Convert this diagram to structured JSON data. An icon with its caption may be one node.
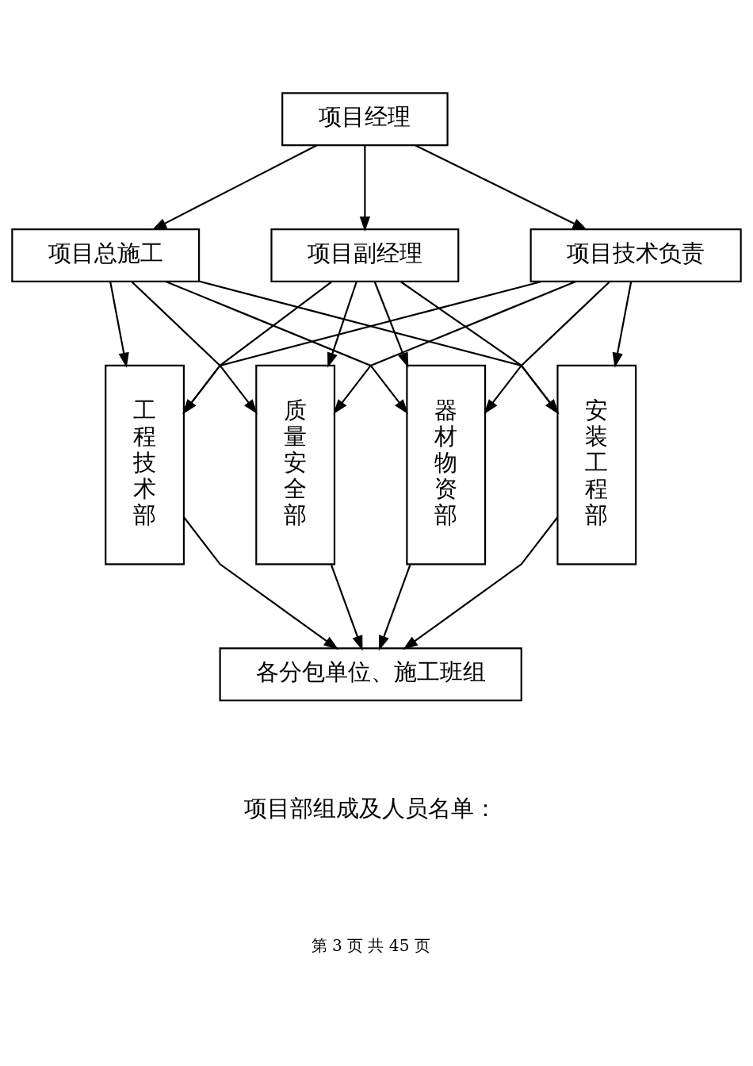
{
  "diagram": {
    "nodes": [
      {
        "text": [
          "项目经理"
        ]
      },
      {
        "text": [
          "项目总施工"
        ]
      },
      {
        "text": [
          "项目副经理"
        ]
      },
      {
        "text": [
          "项目技术负责"
        ]
      },
      {
        "text": [
          "工程技术部"
        ]
      },
      {
        "text": [
          "质量安全部"
        ]
      },
      {
        "text": [
          "器材物资部"
        ]
      },
      {
        "text": [
          "安装工程部"
        ]
      },
      {
        "text": [
          "各分包单位、施工班组"
        ]
      }
    ],
    "edges": [
      {
        "from": 0,
        "to": 1,
        "arrow": "to"
      },
      {
        "from": 0,
        "to": 2,
        "arrow": "to"
      },
      {
        "from": 0,
        "to": 3,
        "arrow": "to"
      },
      {
        "from": 1,
        "to": 4,
        "arrow": "to"
      },
      {
        "from": 1,
        "to": 5,
        "arrow": "to"
      },
      {
        "from": 1,
        "to": 6,
        "arrow": "to"
      },
      {
        "from": 1,
        "to": 7,
        "arrow": "to"
      },
      {
        "from": 2,
        "to": 4,
        "arrow": "to"
      },
      {
        "from": 2,
        "to": 5,
        "arrow": "to"
      },
      {
        "from": 2,
        "to": 6,
        "arrow": "to"
      },
      {
        "from": 2,
        "to": 7,
        "arrow": "to"
      },
      {
        "from": 3,
        "to": 4,
        "arrow": "to"
      },
      {
        "from": 3,
        "to": 5,
        "arrow": "to"
      },
      {
        "from": 3,
        "to": 6,
        "arrow": "to"
      },
      {
        "from": 3,
        "to": 7,
        "arrow": "to"
      },
      {
        "from": 4,
        "to": 8,
        "arrow": "to"
      },
      {
        "from": 5,
        "to": 8,
        "arrow": "to"
      },
      {
        "from": 6,
        "to": 8,
        "arrow": "to"
      },
      {
        "from": 7,
        "to": 8,
        "arrow": "to"
      }
    ],
    "labels": [
      "项目部组成及人员名单：",
      "第 3 页 共 45 页"
    ]
  }
}
